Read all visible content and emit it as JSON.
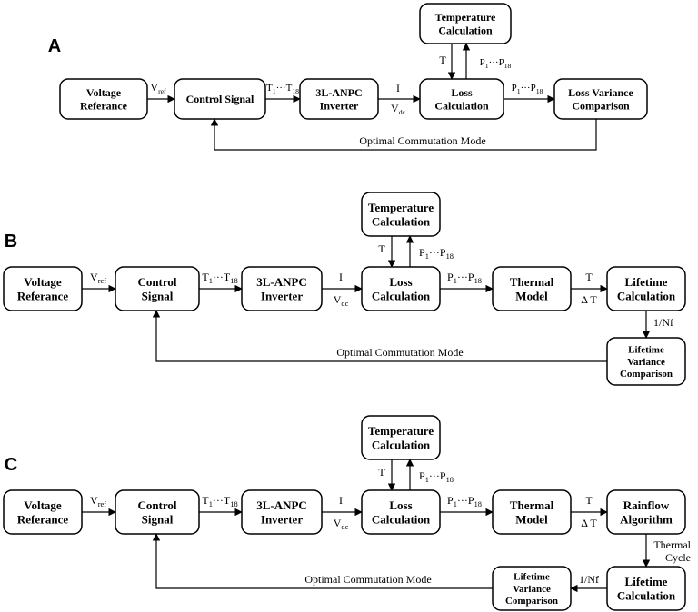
{
  "panels": {
    "a": {
      "letter": "A",
      "voltage": [
        "Voltage",
        "Referance"
      ],
      "control": [
        "Control Signal"
      ],
      "inverter": [
        "3L-ANPC",
        "Inverter"
      ],
      "loss": [
        "Loss",
        "Calculation"
      ],
      "temp": [
        "Temperature",
        "Calculation"
      ],
      "variance": [
        "Loss Variance",
        "Comparison"
      ],
      "feedback": "Optimal Commutation Mode"
    },
    "b": {
      "letter": "B",
      "voltage": [
        "Voltage",
        "Referance"
      ],
      "control": [
        "Control",
        "Signal"
      ],
      "inverter": [
        "3L-ANPC",
        "Inverter"
      ],
      "loss": [
        "Loss",
        "Calculation"
      ],
      "temp": [
        "Temperature",
        "Calculation"
      ],
      "thermal": [
        "Thermal",
        "Model"
      ],
      "lifetime": [
        "Lifetime",
        "Calculation"
      ],
      "variance": [
        "Lifetime",
        "Variance",
        "Comparison"
      ],
      "nf": "1/Nf",
      "feedback": "Optimal Commutation Mode"
    },
    "c": {
      "letter": "C",
      "voltage": [
        "Voltage",
        "Referance"
      ],
      "control": [
        "Control",
        "Signal"
      ],
      "inverter": [
        "3L-ANPC",
        "Inverter"
      ],
      "loss": [
        "Loss",
        "Calculation"
      ],
      "temp": [
        "Temperature",
        "Calculation"
      ],
      "thermal": [
        "Thermal",
        "Model"
      ],
      "rainflow": [
        "Rainflow",
        "Algorithm"
      ],
      "cycle": [
        "Thermal",
        "Cycle"
      ],
      "lifetime": [
        "Lifetime",
        "Calculation"
      ],
      "variance": [
        "Lifetime",
        "Variance",
        "Comparison"
      ],
      "nf": "1/Nf",
      "feedback": "Optimal Commutation Mode"
    }
  },
  "signals": {
    "vref": "V",
    "vref_sub": "ref",
    "t_main": "T",
    "t_sub1": "1",
    "t_dots": "···",
    "t_sub2": "18",
    "p_main": "P",
    "p_sub1": "1",
    "p_dots": "···",
    "p_sub2": "18",
    "i": "I",
    "vdc": "V",
    "vdc_sub": "dc",
    "temp": "T",
    "delta_t": "Δ T"
  }
}
